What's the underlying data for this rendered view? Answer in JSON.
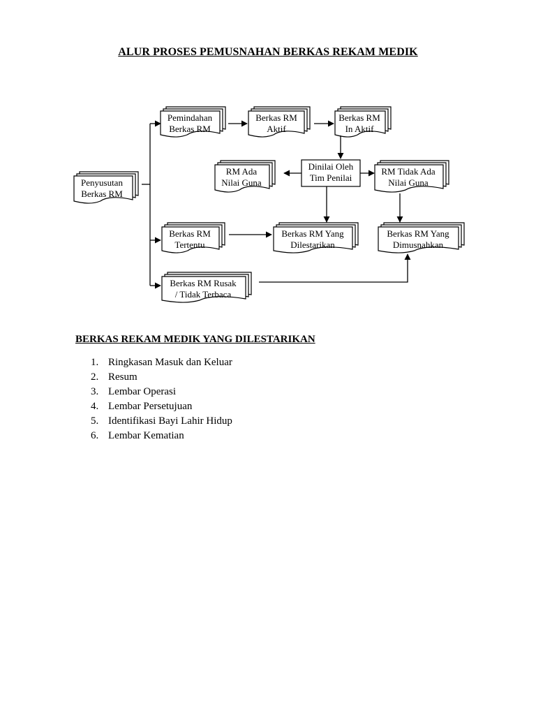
{
  "title": "ALUR PROSES PEMUSNAHAN BERKAS REKAM MEDIK",
  "flowchart": {
    "nodes": {
      "penyusutan": [
        "Penyusutan",
        "Berkas RM"
      ],
      "pemindahan": [
        "Pemindahan",
        "Berkas RM"
      ],
      "aktif": [
        "Berkas RM",
        "Aktif"
      ],
      "inaktif": [
        "Berkas RM",
        "In Aktif"
      ],
      "dinilai": [
        "Dinilai Oleh",
        "Tim Penilai"
      ],
      "ada_nilai": [
        "RM Ada",
        "Nilai Guna"
      ],
      "tidak_nilai": [
        "RM Tidak Ada",
        "Nilai Guna"
      ],
      "tertentu": [
        "Berkas RM",
        "Tertentu"
      ],
      "dilestarikan": [
        "Berkas RM Yang",
        "Dilestarikan"
      ],
      "dimusnahkan": [
        "Berkas RM Yang",
        "Dimusnahkan"
      ],
      "rusak": [
        "Berkas RM Rusak",
        "/ Tidak Terbaca"
      ]
    }
  },
  "section": {
    "heading": "BERKAS REKAM MEDIK YANG DILESTARIKAN",
    "items": [
      {
        "num": "1.",
        "text": "Ringkasan Masuk dan Keluar"
      },
      {
        "num": "2.",
        "text": "Resum"
      },
      {
        "num": "3.",
        "text": "Lembar Operasi"
      },
      {
        "num": "4.",
        "text": "Lembar Persetujuan"
      },
      {
        "num": "5.",
        "text": "Identifikasi Bayi Lahir Hidup"
      },
      {
        "num": "6.",
        "text": "Lembar Kematian"
      }
    ]
  }
}
